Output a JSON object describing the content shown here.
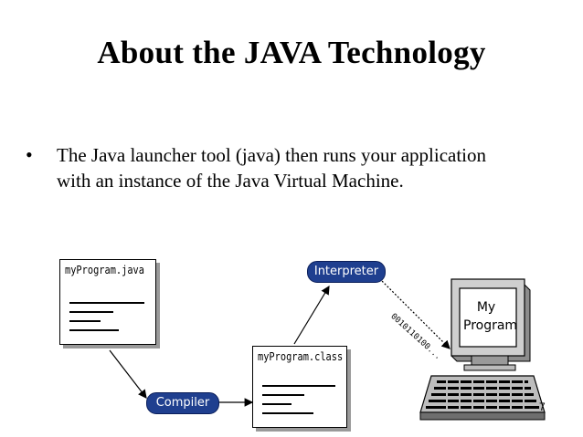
{
  "slide": {
    "title": "About the JAVA Technology",
    "bullet": "The Java launcher tool (java) then runs your application with an instance of the Java Virtual Machine.",
    "bullet_marker": "•",
    "page_number": "7"
  },
  "diagram": {
    "source_file": "myProgram.java",
    "class_file": "myProgram.class",
    "compiler_label": "Compiler",
    "interpreter_label": "Interpreter",
    "screen_line1": "My",
    "screen_line2": "Program",
    "bits_label": "0010110100..."
  },
  "colors": {
    "pill": "#1f3f8f",
    "shadow": "#9a9a9a"
  }
}
